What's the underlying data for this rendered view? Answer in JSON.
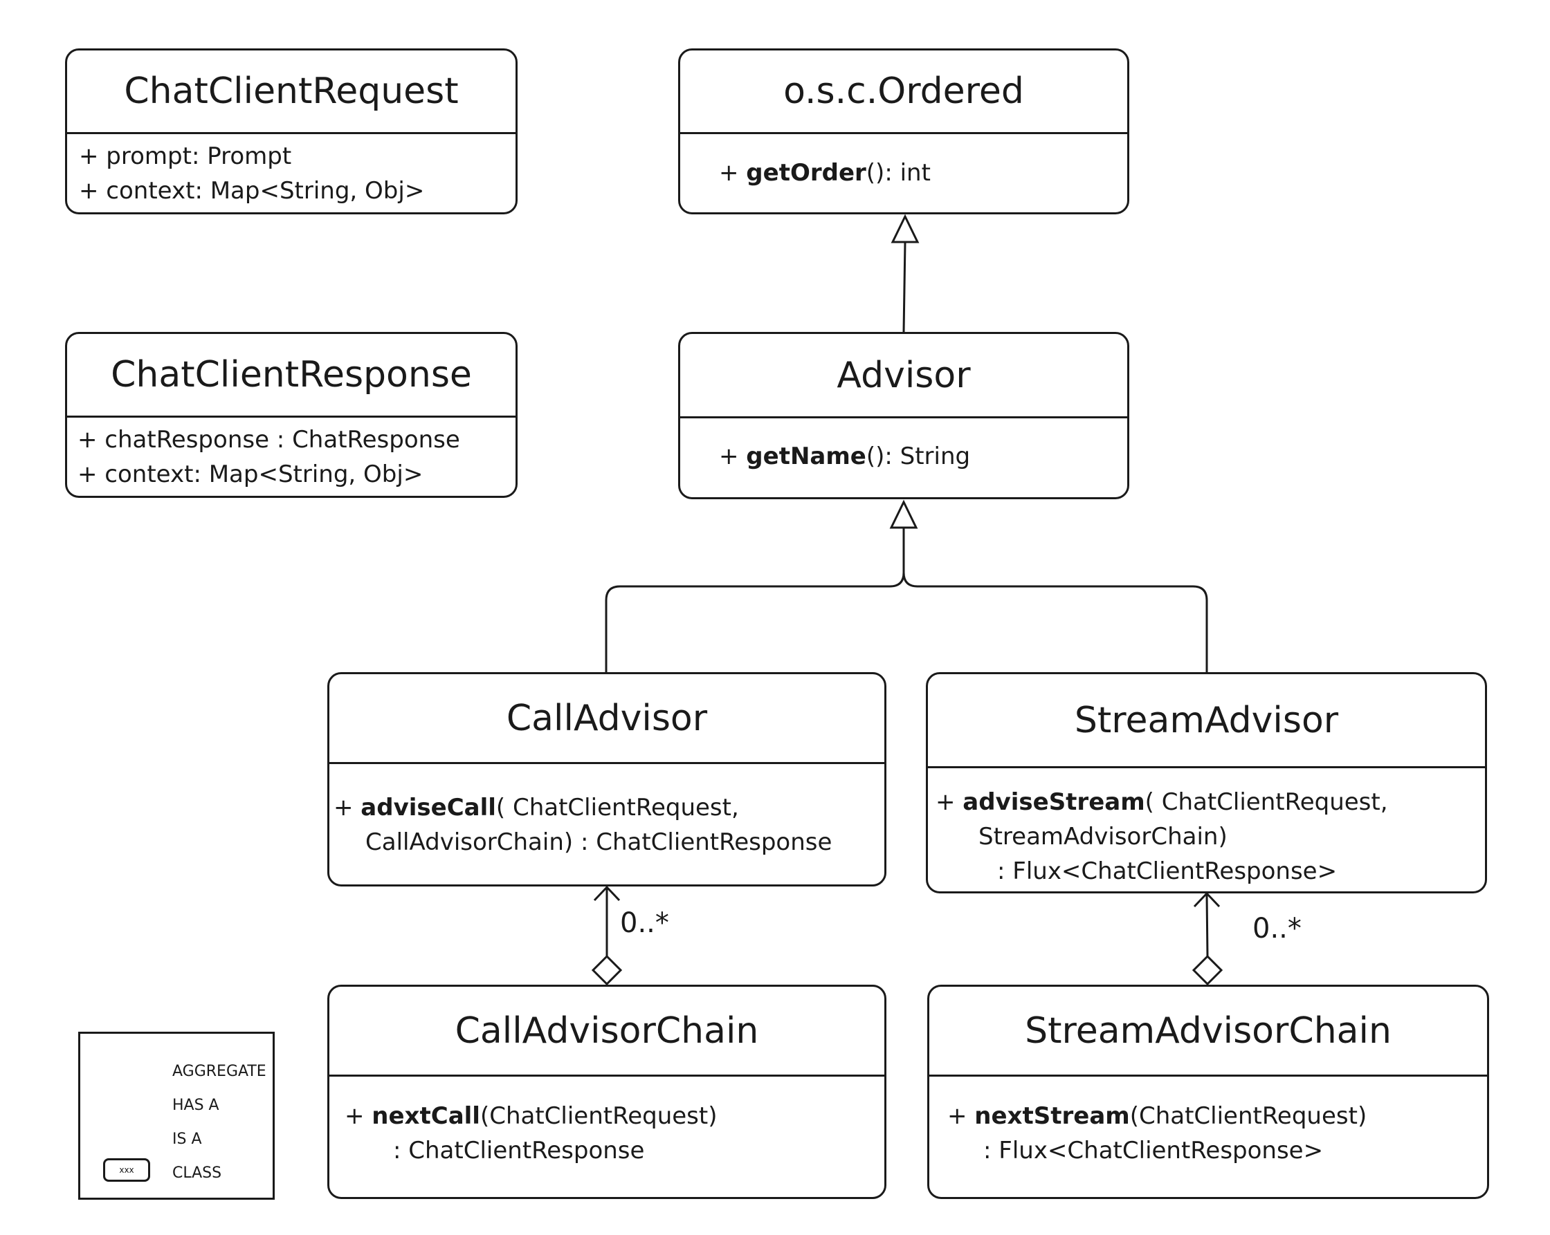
{
  "classes": {
    "chat_client_request": {
      "name": "ChatClientRequest",
      "fields": [
        "+ prompt: Prompt",
        "+ context: Map<String, Obj>"
      ]
    },
    "chat_client_response": {
      "name": "ChatClientResponse",
      "fields": [
        "+ chatResponse : ChatResponse",
        "+ context: Map<String, Obj>"
      ]
    },
    "ordered": {
      "name": "o.s.c.Ordered",
      "method_prefix": "+ ",
      "method_name": "getOrder",
      "method_suffix": "(): int"
    },
    "advisor": {
      "name": "Advisor",
      "method_prefix": "+ ",
      "method_name": "getName",
      "method_suffix": "(): String"
    },
    "call_advisor": {
      "name": "CallAdvisor",
      "method_prefix": "+ ",
      "method_name": "adviseCall",
      "method_suffix": "( ChatClientRequest,",
      "continuation": [
        "CallAdvisorChain) : ChatClientResponse"
      ]
    },
    "stream_advisor": {
      "name": "StreamAdvisor",
      "method_prefix": "+ ",
      "method_name": "adviseStream",
      "method_suffix": "( ChatClientRequest,",
      "continuation": [
        "StreamAdvisorChain)",
        ": Flux<ChatClientResponse>"
      ]
    },
    "call_advisor_chain": {
      "name": "CallAdvisorChain",
      "method_prefix": "+ ",
      "method_name": "nextCall",
      "method_suffix": "(ChatClientRequest)",
      "continuation": [
        ": ChatClientResponse"
      ]
    },
    "stream_advisor_chain": {
      "name": "StreamAdvisorChain",
      "method_prefix": "+ ",
      "method_name": "nextStream",
      "method_suffix": "(ChatClientRequest)",
      "continuation": [
        ": Flux<ChatClientResponse>"
      ]
    }
  },
  "relations": {
    "call_multiplicity": "0..*",
    "stream_multiplicity": "0..*"
  },
  "legend": {
    "aggregate": "AGGREGATE",
    "has_a": "HAS A",
    "is_a": "IS A",
    "class": "CLASS",
    "class_swatch": "xxx"
  }
}
